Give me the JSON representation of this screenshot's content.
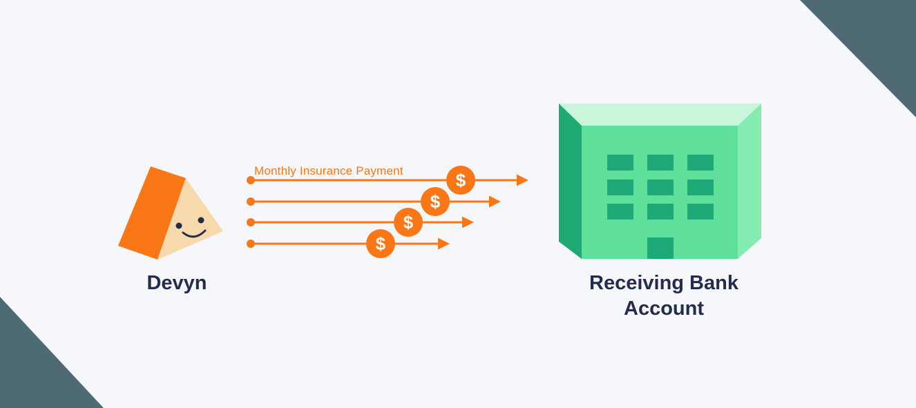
{
  "colors": {
    "background": "#F6F7FB",
    "corner": "#4E6B74",
    "orange": "#F97716",
    "peach": "#F8D9AC",
    "navy": "#232C4D",
    "building-front": "#5EE09A",
    "building-left": "#1FAA74",
    "building-right": "#84EBB1",
    "building-top": "#C9F5DA",
    "building-window": "#1FA878",
    "coin-text": "#FFFFFF"
  },
  "sender": {
    "label": "Devyn"
  },
  "receiver": {
    "label": "Receiving Bank Account"
  },
  "payments": {
    "label": "Monthly Insurance Payment",
    "coin_symbol": "$",
    "arrow_count": 4,
    "coin_count": 4
  }
}
